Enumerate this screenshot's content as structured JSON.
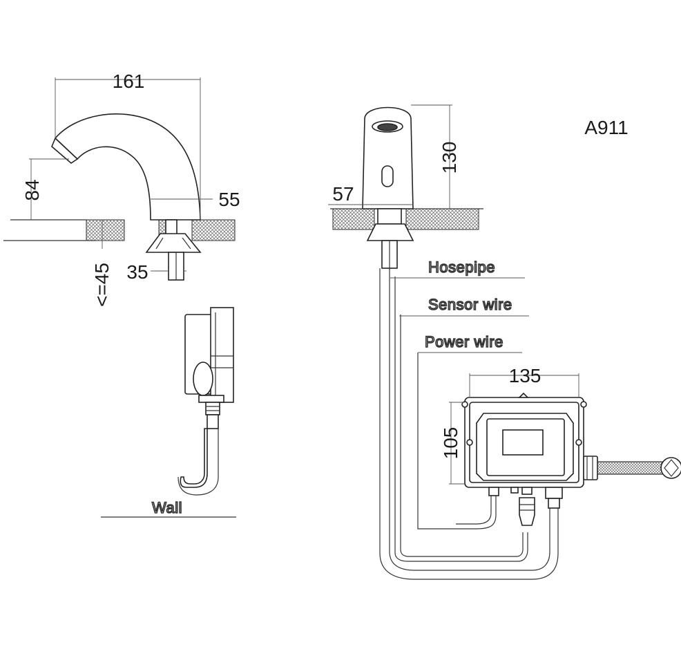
{
  "model": "A911",
  "dimensions": {
    "spout_reach": "161",
    "spout_height": "84",
    "base_offset": "55",
    "shank_diameter": "35",
    "max_deck_thickness": "<=45",
    "body_height": "130",
    "base_diameter": "57",
    "box_width": "135",
    "box_height": "105"
  },
  "labels": {
    "hosepipe": "Hosepipe",
    "sensor_wire": "Sensor wire",
    "power_wire": "Power wire",
    "wall": "Wall"
  },
  "colors": {
    "line": "#333333",
    "hatch": "#666666",
    "background": "#ffffff"
  }
}
